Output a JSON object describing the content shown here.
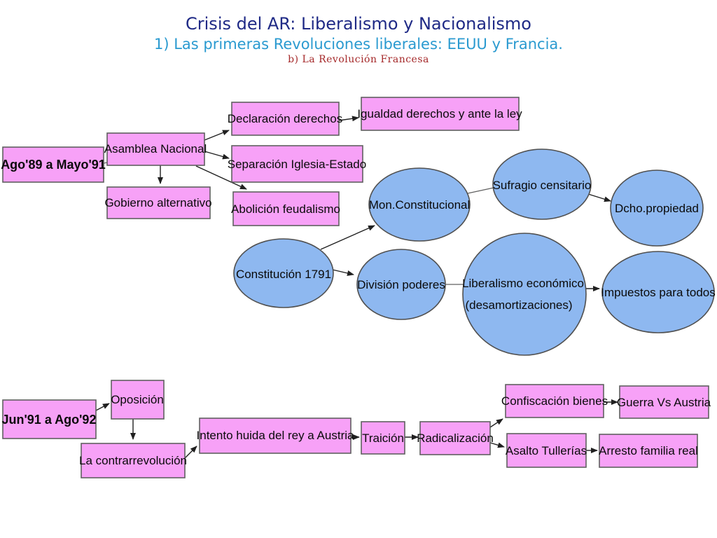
{
  "header": {
    "title": "Crisis del AR: Liberalismo y Nacionalismo",
    "subtitle": "1) Las primeras Revoluciones liberales: EEUU y Francia.",
    "section": "b) La Revolución Francesa"
  },
  "colors": {
    "box_fill": "#f7a1f7",
    "ellipse_fill": "#8eb8f0",
    "title": "#1f2a86",
    "subtitle": "#2a9ad0",
    "section": "#a5292a"
  },
  "nodes": {
    "period1": "Ago'89 a Mayo'91",
    "asamblea": "Asamblea Nacional",
    "gobierno": "Gobierno alternativo",
    "declaracion": "Declaración derechos",
    "igualdad": "Igualdad derechos y ante la ley",
    "separacion": "Separación Iglesia-Estado",
    "abolicion": "Abolición feudalismo",
    "monconst": "Mon.Constitucional",
    "sufragio": "Sufragio censitario",
    "dcho": "Dcho.propiedad",
    "constitucion": "Constitución 1791",
    "division": "División poderes",
    "liberalismo_1": "Liberalismo económico",
    "liberalismo_2": "(desamortizaciones)",
    "impuestos": "Impuestos para todos",
    "period2": "Jun'91 a Ago'92",
    "oposicion": "Oposición",
    "contrarrevolucion": "La contrarrevolución",
    "huida": "Intento huida del rey a Austria",
    "traicion": "Traición",
    "radicalizacion": "Radicalización",
    "confiscacion": "Confiscación bienes",
    "guerra": "Guerra Vs Austria",
    "asalto": "Asalto Tullerías",
    "arresto": "Arresto familia real"
  }
}
